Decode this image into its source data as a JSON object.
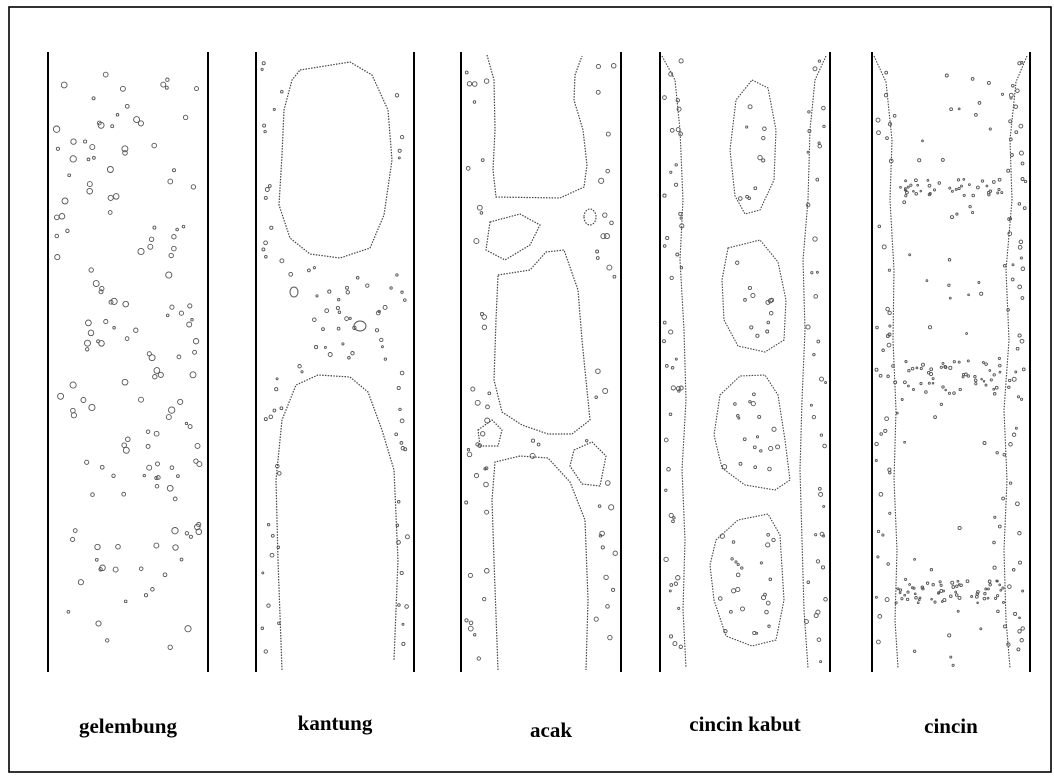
{
  "figure": {
    "panels": [
      {
        "key": "bubble",
        "label": "gelembung"
      },
      {
        "key": "slug",
        "label": "kantung"
      },
      {
        "key": "churn",
        "label": "acak"
      },
      {
        "key": "wispy_annular",
        "label": "cincin kabut"
      },
      {
        "key": "annular",
        "label": "cincin"
      }
    ],
    "colors": {
      "line": "#000000",
      "bubble": "#555555",
      "background": "#ffffff"
    }
  }
}
